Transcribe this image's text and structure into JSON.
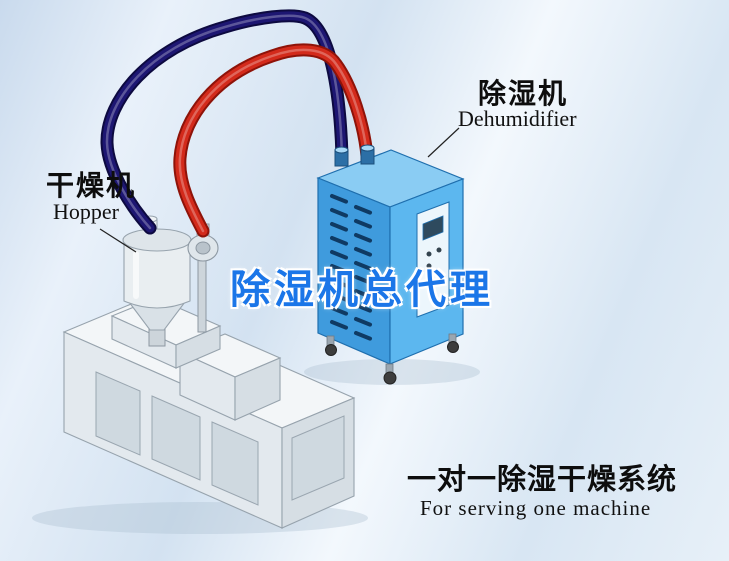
{
  "machine_labels": {
    "hopper": {
      "cn": "干燥机",
      "en": "Hopper"
    },
    "dehumidifier": {
      "cn": "除湿机",
      "en": "Dehumidifier"
    }
  },
  "watermark": {
    "text": "除湿机总代理"
  },
  "caption": {
    "cn": "一对一除湿干燥系统",
    "en": "For serving one machine"
  },
  "colors": {
    "pipe-red": "#d32a1b",
    "pipe-red-dark": "#8e1309",
    "pipe-navy": "#1d1672",
    "pipe-navy-dark": "#0d0a40",
    "machine-blue": "#3f9bdd",
    "machine-blue-light": "#8accf3",
    "machine-blue-right": "#5cb7ef",
    "vent-dark": "#0f3a63",
    "watermark-blue": "#1b76e8",
    "extruder-gray": "#e3e9ee"
  }
}
